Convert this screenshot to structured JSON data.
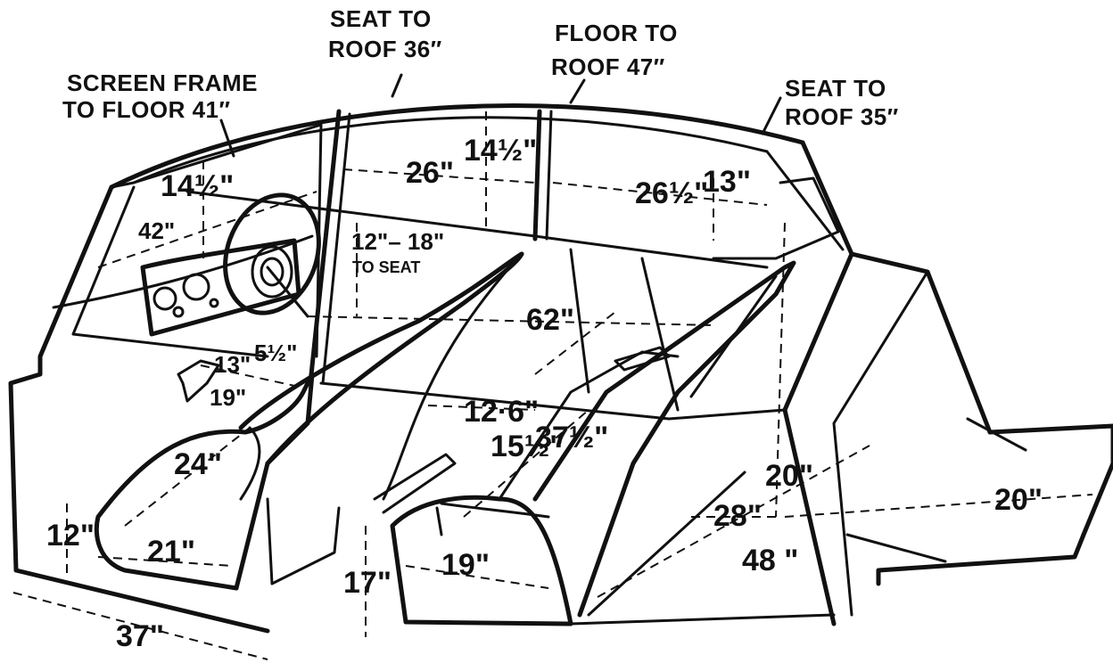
{
  "callouts": {
    "screen_frame_line1": "SCREEN FRAME",
    "screen_frame_line2": "TO FLOOR 41″",
    "seat_roof_front_line1": "SEAT TO",
    "seat_roof_front_line2": "ROOF 36″",
    "floor_roof_line1": "FLOOR TO",
    "floor_roof_line2": "ROOF 47″",
    "seat_roof_rear_line1": "SEAT TO",
    "seat_roof_rear_line2": "ROOF 35″"
  },
  "dimensions": {
    "d_14_5_left": "14½\"",
    "d_42": "42\"",
    "d_26": "26\"",
    "d_14_5_top": "14½\"",
    "d_26_5": "26½\"",
    "d_13_top": "13\"",
    "d_12_18": "12\"– 18\"",
    "d_to_seat": "TO SEAT",
    "d_62": "62\"",
    "d_13_pedal": "13\"",
    "d_5_5": "5½\"",
    "d_19_pedal": "19\"",
    "d_12_6": "12·6\"",
    "d_15_5": "15½\"",
    "d_37_5": "37½\"",
    "d_24": "24\"",
    "d_20_rear": "20\"",
    "d_20_boot": "20\"",
    "d_28": "28\"",
    "d_12_front": "12\"",
    "d_21": "21\"",
    "d_17": "17\"",
    "d_19_seat": "19\"",
    "d_48": "48 \"",
    "d_37": "37\""
  },
  "icons": [
    "pedal-icon",
    "steering-wheel-icon",
    "dashboard-gauge-icon"
  ]
}
